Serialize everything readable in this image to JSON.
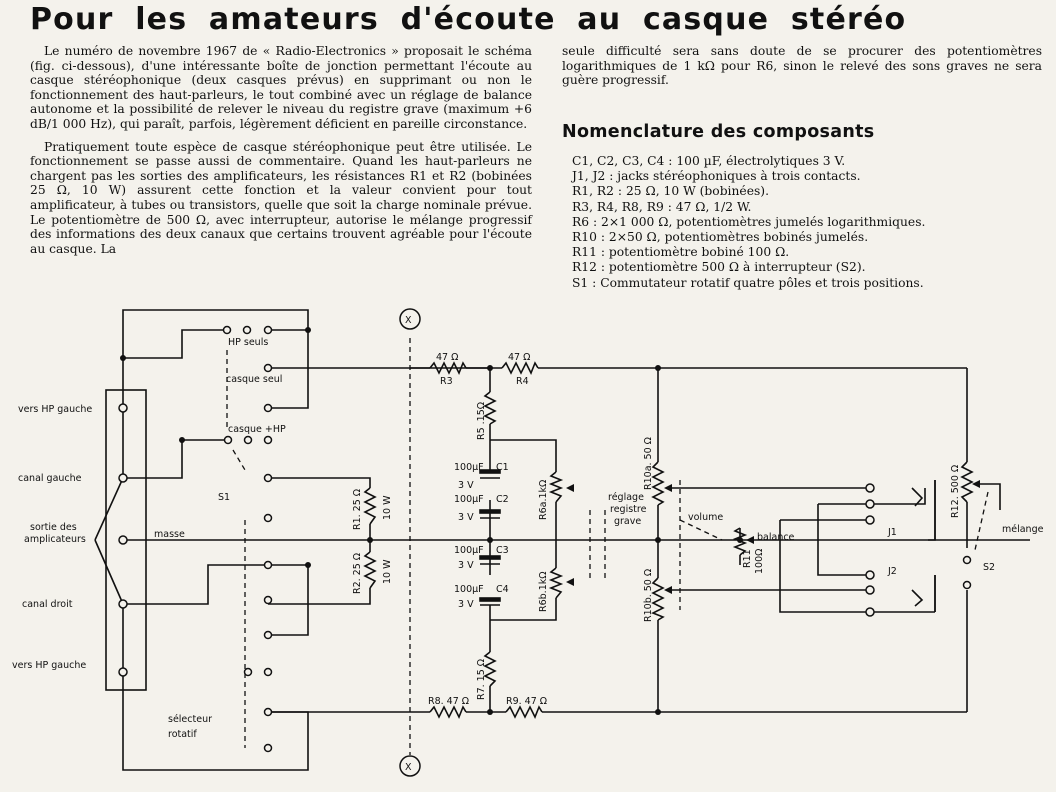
{
  "title": "Pour les amateurs d'écoute au casque stéréo",
  "intro": {
    "p1": "Le numéro de novembre 1967 de « Radio-Electronics » proposait le schéma (fig. ci-dessous), d'une intéressante boîte de jonction permettant l'écoute au casque stéréophonique (deux casques prévus) en supprimant ou non le fonctionnement des haut-parleurs, le tout combiné avec un réglage de balance autonome et la possibilité de relever le niveau du registre grave (maximum +6 dB/1 000 Hz), qui paraît, parfois, légèrement déficient en pareille circonstance.",
    "p2": "Pratiquement toute espèce de casque stéréophonique peut être utilisée. Le fonctionnement se passe aussi de commentaire. Quand les haut-parleurs ne chargent pas les sorties des amplificateurs, les résistances R1 et R2 (bobinées 25 Ω, 10 W) assurent cette fonction et la valeur convient pour tout amplificateur, à tubes ou transistors, quelle que soit la charge nominale prévue. Le potentiomètre de 500 Ω, avec interrupteur, autorise le mélange progressif des informations des deux canaux que certains trouvent agréable pour l'écoute au casque. La",
    "p3": "seule difficulté sera sans doute de se procurer des potentiomètres logarithmiques de 1 kΩ pour R6, sinon le relevé des sons graves ne sera guère progressif."
  },
  "nomenclature": {
    "heading": "Nomenclature des composants",
    "items": [
      "C1, C2, C3, C4 : 100 µF, électrolytiques 3 V.",
      "J1, J2 : jacks stéréophoniques à trois contacts.",
      "R1, R2 : 25 Ω, 10 W (bobinées).",
      "R3, R4, R8, R9 : 47 Ω, 1/2 W.",
      "R6 : 2×1 000 Ω, potentiomètres jumelés logarithmiques.",
      "R10 : 2×50 Ω, potentiomètres bobinés jumelés.",
      "R11 : potentiomètre bobiné 100 Ω.",
      "R12 : potentiomètre 500 Ω à interrupteur (S2).",
      "S1 : Commutateur rotatif quatre pôles et trois positions."
    ]
  },
  "schematic": {
    "terminals": {
      "vers_hp_gauche_1": "vers HP gauche",
      "canal_gauche": "canal gauche",
      "sortie_1": "sortie des",
      "sortie_2": "amplicateurs",
      "canal_droit": "canal droit",
      "vers_hp_gauche_2": "vers HP gauche"
    },
    "masse": "masse",
    "switch": {
      "hp_seuls": "HP seuls",
      "casque_seul": "casque seul",
      "casque_hp": "casque +HP",
      "s1": "S1",
      "selecteur_1": "sélecteur",
      "selecteur_2": "rotatif"
    },
    "marker": "X",
    "components": {
      "r3_value": "47 Ω",
      "r3": "R3",
      "r4_value": "47 Ω",
      "r4": "R4",
      "r5": "R5 .15Ω",
      "r1": "R1. 25 Ω",
      "r1_power": "10 W",
      "r2": "R2. 25 Ω",
      "r2_power": "10 W",
      "c1_value": "100µF",
      "c1": "C1",
      "c1_volt": "3 V",
      "c2_value": "100µF",
      "c2": "C2",
      "c2_volt": "3 V",
      "c3_value": "100µF",
      "c3": "C3",
      "c3_volt": "3 V",
      "c4_value": "100µF",
      "c4": "C4",
      "c4_volt": "3 V",
      "r6a": "R6a.1kΩ",
      "r6b": "R6b.1kΩ",
      "reglage_1": "réglage",
      "reglage_2": "registre",
      "reglage_3": "grave",
      "r10a": "R10a. 50 Ω",
      "r10b": "R10b. 50 Ω",
      "volume": "volume",
      "balance": "balance",
      "r11": "R11",
      "r11_value": "100Ω",
      "r7": "R7. 15 Ω",
      "r8": "R8. 47 Ω",
      "r9": "R9. 47 Ω",
      "j1": "J1",
      "j2": "J2",
      "r12": "R12. 500 Ω",
      "melange": "mélange",
      "s2": "S2"
    }
  }
}
